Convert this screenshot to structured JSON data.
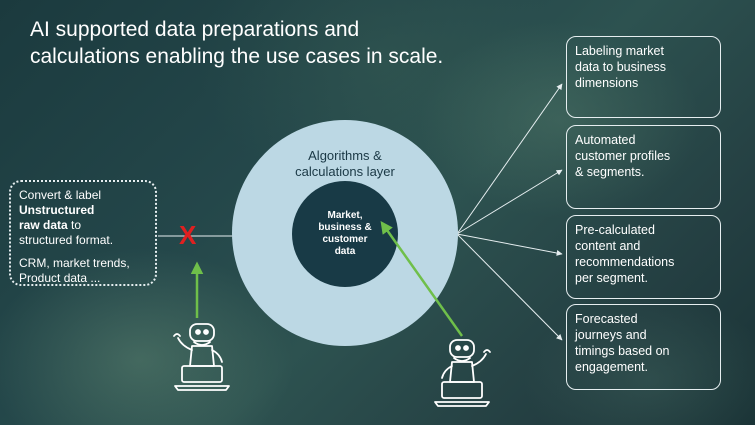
{
  "title": {
    "line1": "AI supported data preparations and",
    "line2": "calculations enabling the use cases in scale."
  },
  "left_box": {
    "line1": "Convert & label",
    "bold1": "Unstructured",
    "bold2": "raw data",
    "line3_rest": " to",
    "line4": "structured format.",
    "line5": "CRM, market trends,",
    "line6": "Product data ..."
  },
  "x_mark": "X",
  "outer_circle": {
    "line1": "Algorithms &",
    "line2": "calculations layer"
  },
  "inner_circle": {
    "line1": "Market,",
    "line2": "business &",
    "line3": "customer",
    "line4": "data"
  },
  "outputs": [
    {
      "lines": [
        "Labeling market",
        "data to business",
        "dimensions"
      ]
    },
    {
      "lines": [
        "Automated",
        "customer profiles",
        "& segments."
      ]
    },
    {
      "lines": [
        "Pre-calculated",
        "content and",
        "recommendations",
        "per segment."
      ]
    },
    {
      "lines": [
        "Forecasted",
        "journeys and",
        "timings based on",
        "engagement."
      ]
    }
  ],
  "colors": {
    "circle_outer": "#bcd8e4",
    "circle_inner": "#183a46",
    "arrow_green": "#6fbf4a",
    "x_red": "#e02020",
    "connector_white": "#e6eef0"
  },
  "icons": {
    "robot_left": "robot-laptop-icon",
    "robot_right": "robot-laptop-icon"
  }
}
